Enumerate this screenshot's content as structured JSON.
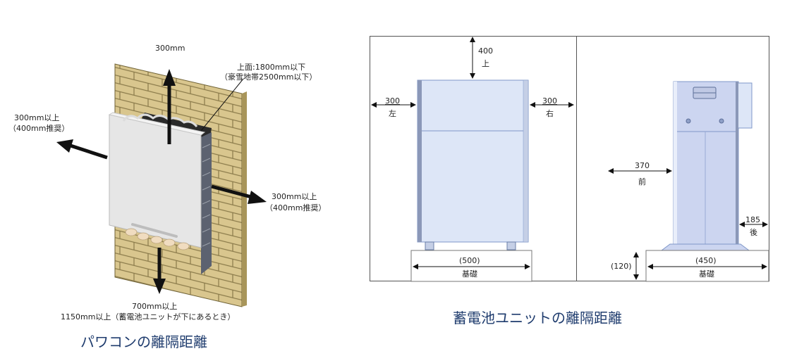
{
  "left_panel": {
    "caption": "パワコンの離隔距離",
    "labels": {
      "top": "300mm",
      "top_right_line1": "上面:1800mm以下",
      "top_right_line2": "（豪雪地帯2500mm以下）",
      "left_line1": "300mm以上",
      "left_line2": "（400mm推奨）",
      "right_line1": "300mm以上",
      "right_line2": "（400mm推奨）",
      "bottom_line1": "700mm以上",
      "bottom_line2": "1150mm以上（蓄電池ユニットが下にあるとき）"
    }
  },
  "right_panel": {
    "caption": "蓄電池ユニットの離隔距離",
    "front_view": {
      "top_value": "400",
      "top_label": "上",
      "left_value": "300",
      "left_label": "左",
      "right_value": "300",
      "right_label": "右",
      "base_value": "(500)",
      "base_label": "基礎"
    },
    "side_view": {
      "front_value": "370",
      "front_label": "前",
      "back_value": "185",
      "back_label": "後",
      "base_height": "(120)",
      "base_value": "(450)",
      "base_label": "基礎"
    }
  },
  "colors": {
    "caption": "#1f3c6e",
    "brick": "#d9c68e",
    "brick_line": "#8a7a4a",
    "unit_fill": "#dde6f7",
    "unit_stroke": "#7f97c9",
    "frame": "#555555"
  }
}
